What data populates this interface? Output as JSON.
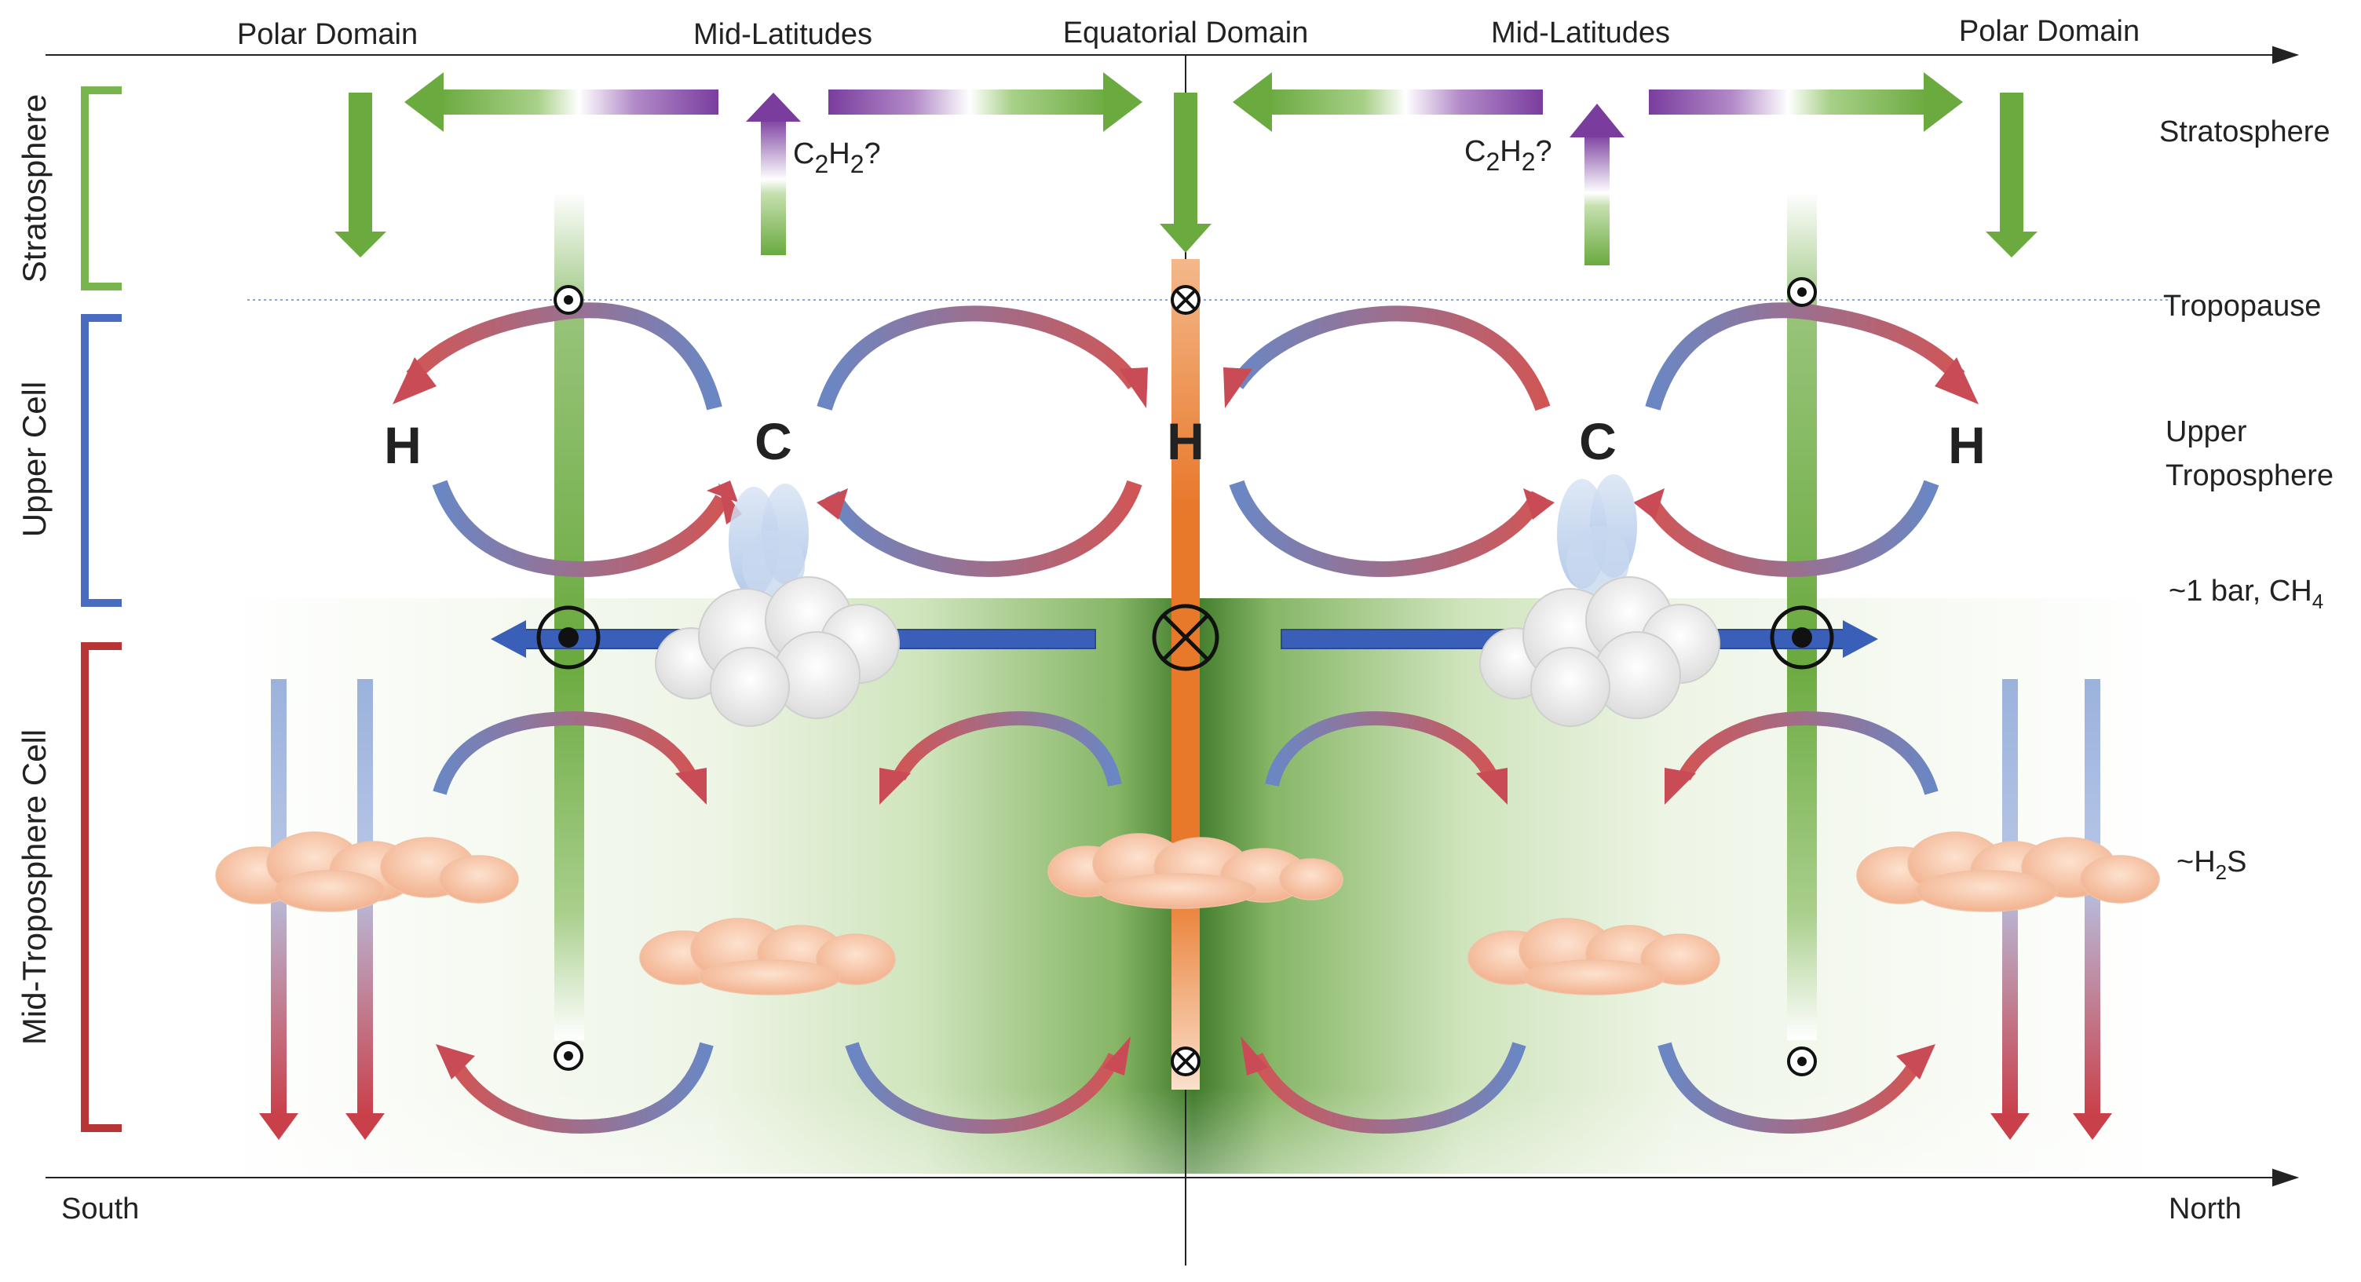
{
  "top_labels": {
    "polar_south": "Polar Domain",
    "mid_south": "Mid-Latitudes",
    "equatorial": "Equatorial Domain",
    "mid_north": "Mid-Latitudes",
    "polar_north": "Polar Domain"
  },
  "bottom_labels": {
    "south": "South",
    "north": "North"
  },
  "layers": {
    "stratosphere": "Stratosphere",
    "tropopause": "Tropopause",
    "upper_line1": "Upper",
    "upper_line2": "Troposphere",
    "one_bar": "~1 bar, CH",
    "one_bar_sub": "4",
    "h2s_tilde": "~H",
    "h2s_sub": "2",
    "h2s_end": "S"
  },
  "side_labels": {
    "stratosphere": "Stratosphere",
    "upper_cell": "Upper Cell",
    "mid_cell": "Mid-Troposphere Cell"
  },
  "species": {
    "c": "C",
    "sub2": "2",
    "h": "H",
    "q": "?"
  },
  "cells": {
    "hot": "H",
    "cold": "C"
  },
  "colors": {
    "green": "#6aaa3f",
    "purple": "#7a3d9e",
    "blue": "#3a5fb8",
    "red": "#c03a3a",
    "orange": "#e8782a",
    "dark_green": "#3e7a2a",
    "strat_label": "#79b54e",
    "upper_label": "#4a6cc0",
    "mid_label": "#b83535"
  }
}
